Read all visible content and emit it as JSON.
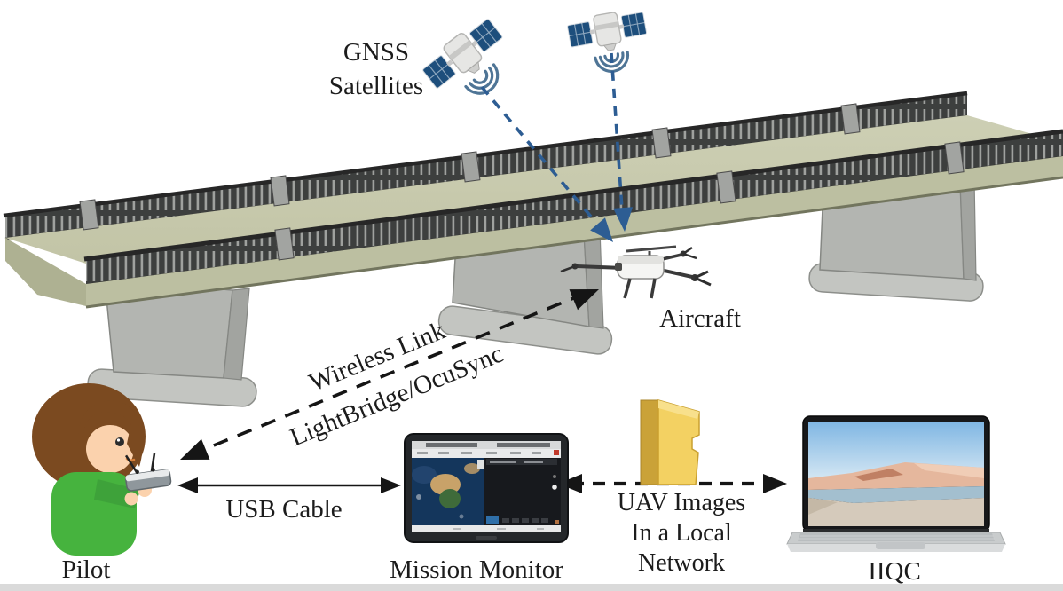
{
  "diagram_type": "uav-bridge-inspection-system-architecture",
  "nodes": [
    {
      "id": "gnss-satellites",
      "icon": "satellite-icon",
      "count": 2,
      "label_lines": [
        "GNSS",
        "Satellites"
      ]
    },
    {
      "id": "aircraft",
      "icon": "quadcopter-drone-icon",
      "label": "Aircraft"
    },
    {
      "id": "pilot",
      "icon": "pilot-with-remote-controller-icon",
      "label": "Pilot"
    },
    {
      "id": "mission-monitor",
      "icon": "ground-station-tablet-icon",
      "label": "Mission Monitor"
    },
    {
      "id": "uav-images-folder",
      "icon": "folder-icon",
      "label_lines": [
        "UAV Images",
        "In a Local",
        "Network"
      ]
    },
    {
      "id": "iiqc",
      "icon": "laptop-icon",
      "label": "IIQC"
    },
    {
      "id": "bridge",
      "icon": "bridge-3d-illustration"
    }
  ],
  "links": [
    {
      "id": "gnss-to-aircraft",
      "style": "dashed",
      "color": "#2d5d93",
      "arrowheads": "end"
    },
    {
      "id": "pilot-to-aircraft",
      "style": "dashed",
      "color": "#151515",
      "arrowheads": "both",
      "label_lines": [
        "Wireless Link",
        "LightBridge/OcuSync"
      ]
    },
    {
      "id": "pilot-to-mission-monitor",
      "style": "solid",
      "color": "#151515",
      "arrowheads": "both",
      "label": "USB Cable"
    },
    {
      "id": "mission-monitor-to-iiqc",
      "style": "dashed",
      "color": "#151515",
      "arrowheads": "both"
    }
  ],
  "colors": {
    "arrow_black": "#151515",
    "gnss_link_blue": "#2d5d93",
    "satellite_panel_navy": "#1d4e7c",
    "signal_arc_blue": "#4f7596",
    "bridge_deck_green": "#c8caae",
    "bridge_fascia_green": "#bcbfa1",
    "railing_dark": "#3d3f3e",
    "pier_gray": "#b3b5b1",
    "folder_yellow": "#f3d162",
    "folder_dark_yellow": "#caa238",
    "pilot_shirt_green": "#46b33e",
    "pilot_hair_brown": "#7b4a20",
    "skin_tone": "#fbd2ad",
    "map_ocean_blue": "#14365c",
    "laptop_sky_blue": "#7fb6e3",
    "dune_pink": "#e5b79d",
    "bottom_strip_gray": "#dadada"
  }
}
